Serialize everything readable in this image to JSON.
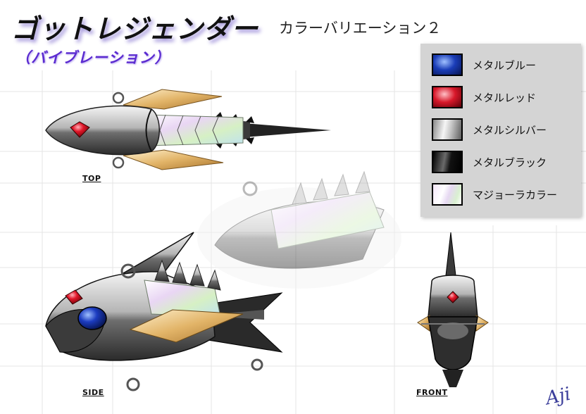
{
  "title": "ゴットレジェンダー",
  "subtitle": "（バイブレーション）",
  "variation_heading": "カラーバリエーション２",
  "legend": {
    "items": [
      {
        "label": "メタルブルー",
        "color": "#1a3db8"
      },
      {
        "label": "メタルレッド",
        "color": "#d8182a"
      },
      {
        "label": "メタルシルバー",
        "color": "#c9c9c9"
      },
      {
        "label": "メタルブラック",
        "color": "#111111"
      },
      {
        "label": "マジョーラカラー",
        "color": "#e6d8f2"
      }
    ]
  },
  "views": {
    "top": "TOP",
    "side": "SIDE",
    "front": "FRONT"
  },
  "signature": "Aji"
}
